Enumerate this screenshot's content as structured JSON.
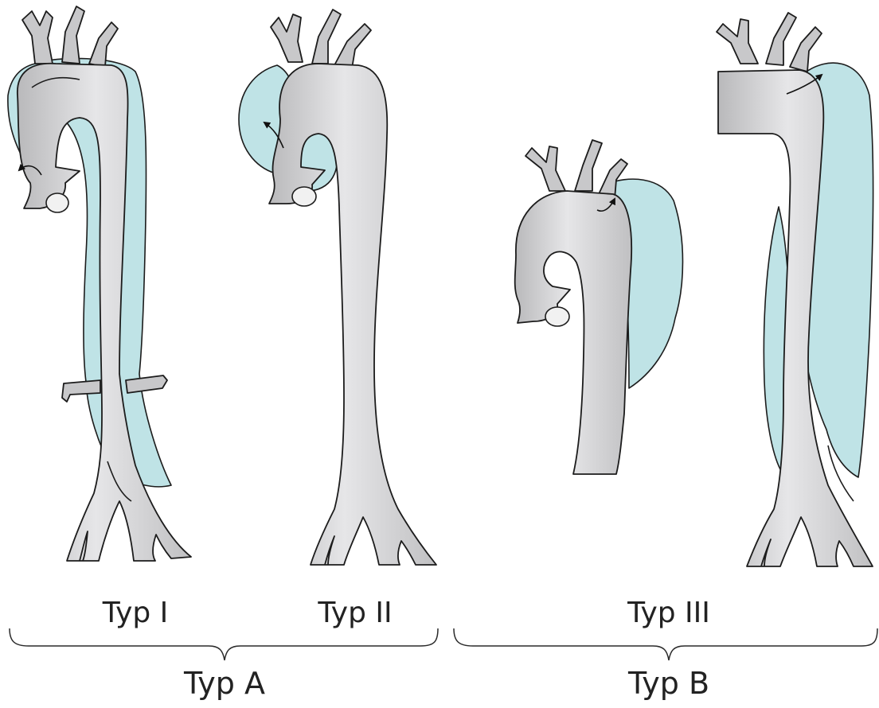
{
  "labels": {
    "typ_1": "Typ I",
    "typ_2": "Typ II",
    "typ_3": "Typ III",
    "typ_a": "Typ A",
    "typ_b": "Typ B"
  },
  "colors": {
    "vessel_fill": "#c8c8ca",
    "vessel_highlight": "#e8e8ea",
    "false_lumen": "#bfe3e6",
    "outline": "#1c1c1c",
    "background": "#ffffff"
  }
}
